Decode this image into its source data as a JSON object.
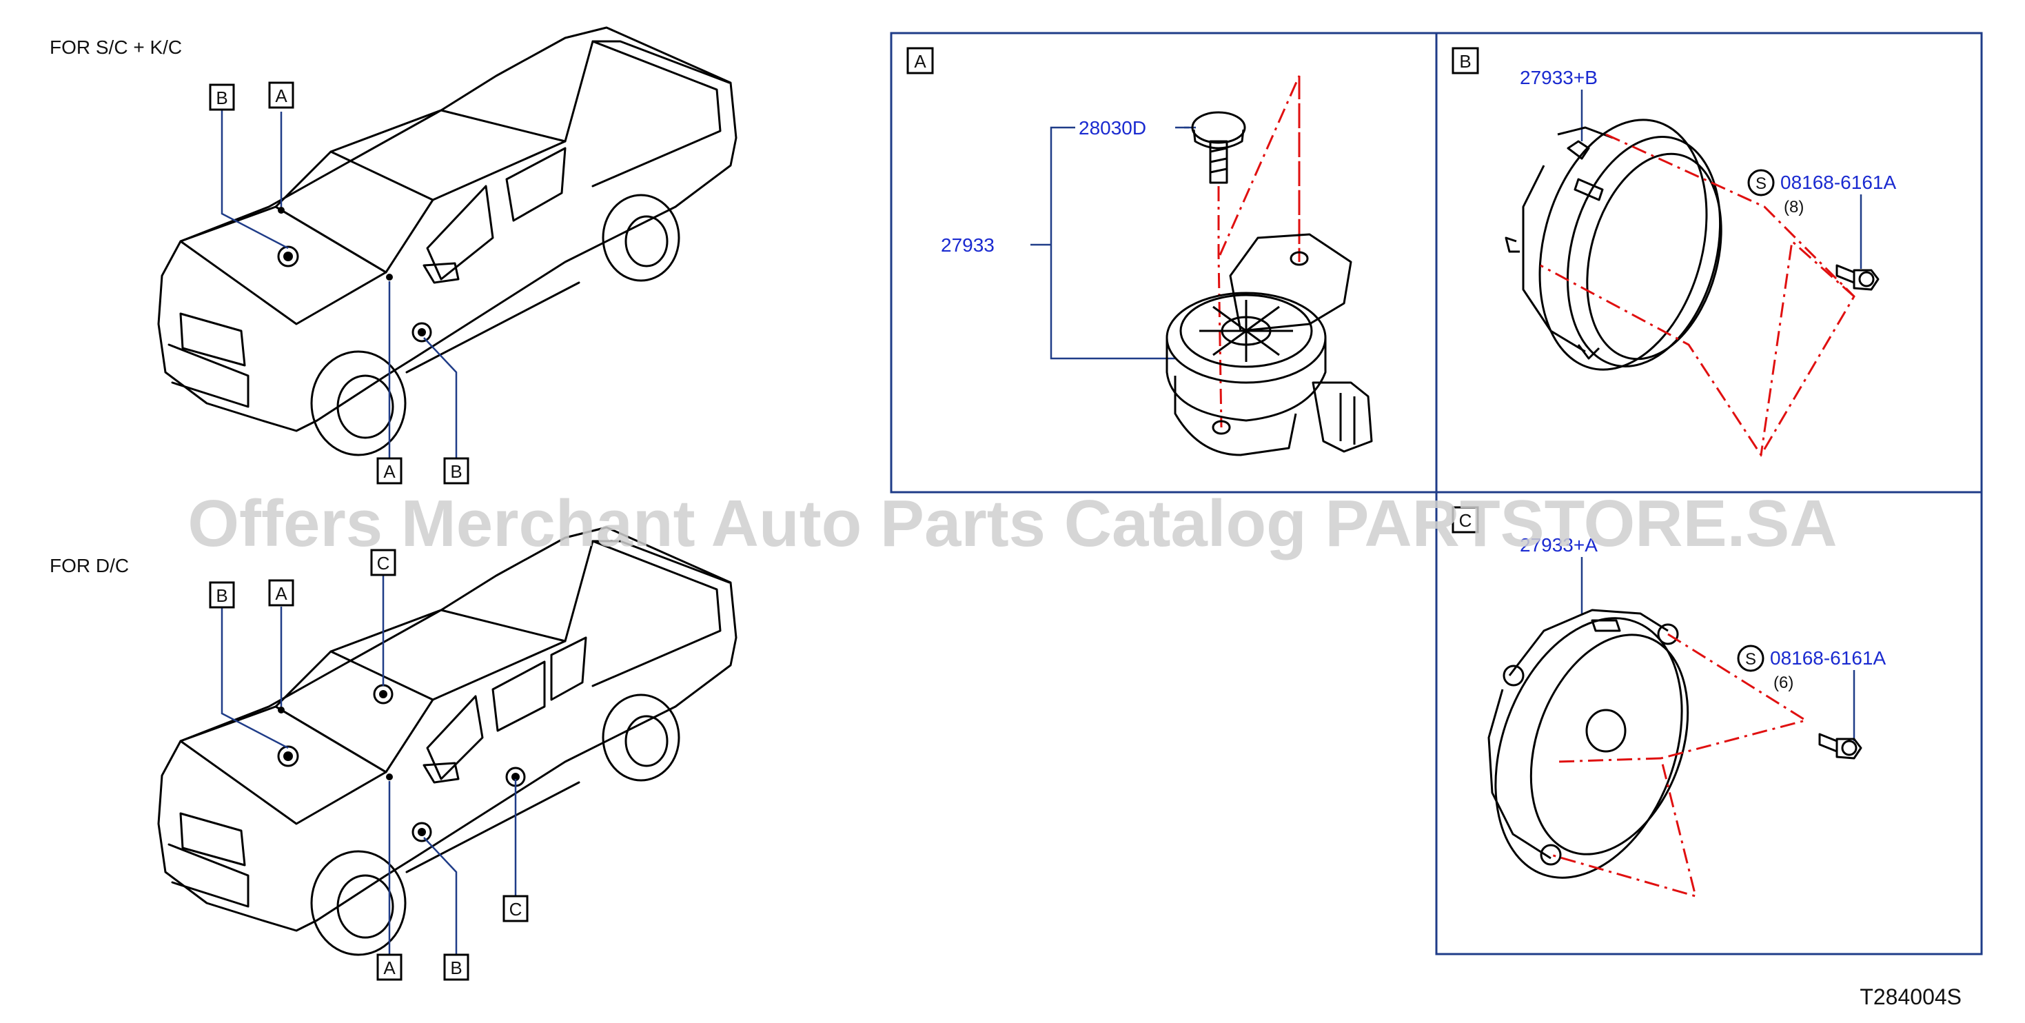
{
  "headings": {
    "top_variant": "FOR  S/C  +  K/C",
    "bottom_variant": "FOR  D/C"
  },
  "callouts": {
    "a": "A",
    "b": "B",
    "c": "C"
  },
  "panels": {
    "a": {
      "tag": "A",
      "parts": {
        "screw": "28030D",
        "tweeter": "27933"
      }
    },
    "b": {
      "tag": "B",
      "parts": {
        "speaker": "27933+B",
        "bolt": "08168-6161A",
        "bolt_qty": "(8)",
        "bolt_symbol": "S"
      }
    },
    "c": {
      "tag": "C",
      "parts": {
        "speaker": "27933+A",
        "bolt": "08168-6161A",
        "bolt_qty": "(6)",
        "bolt_symbol": "S"
      }
    }
  },
  "watermark": "Offers Merchant Auto Parts Catalog PARTSTORE.SA",
  "diagram_code": "T284004S",
  "colors": {
    "panel_border": "#1f3c88",
    "part_number": "#1a2ad0",
    "centerline": "#e01010",
    "watermark": "#cfcfcf"
  }
}
